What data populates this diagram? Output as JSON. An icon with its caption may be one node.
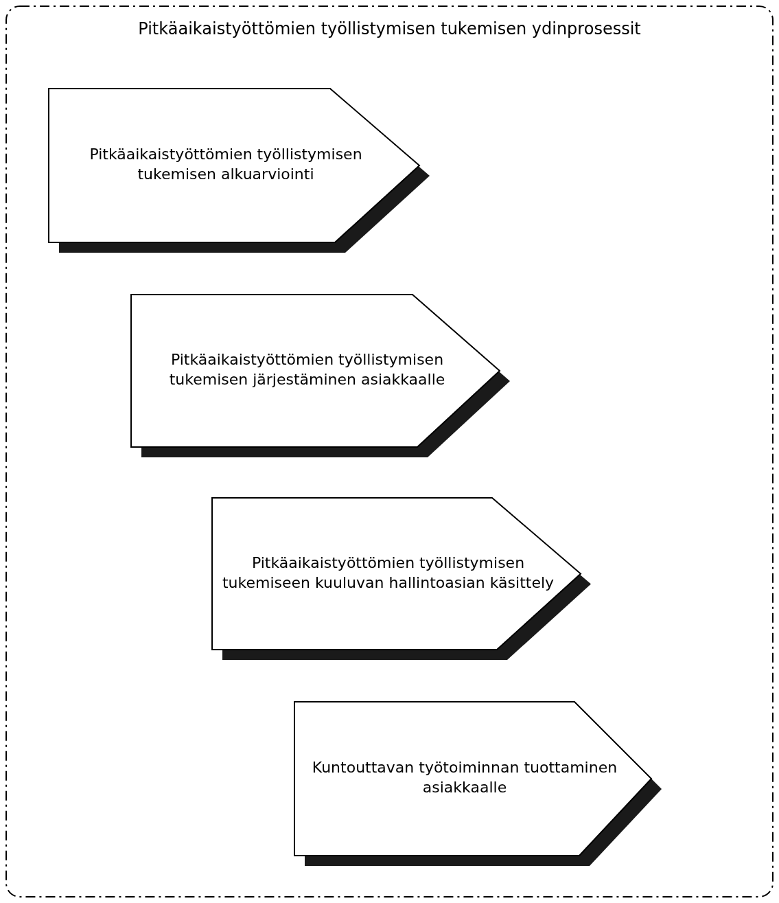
{
  "diagram": {
    "nodes": [
      {
        "text": [
          "Pitkäaikaistyöttömien työllistymisen tukemisen ydinprosessit"
        ]
      },
      {
        "text": [
          "Pitkäaikaistyöttömien työllistymisen tukemisen alkuarviointi"
        ],
        "in": 0
      },
      {
        "text": [
          "Pitkäaikaistyöttömien työllistymisen tukemisen järjestäminen asiakkaalle"
        ],
        "in": 0
      },
      {
        "text": [
          "Pitkäaikaistyöttömien työllistymisen tukemiseen kuuluvan hallintoasian käsittely"
        ],
        "in": 0
      },
      {
        "text": [
          "Kuntouttavan työtoiminnan tuottaminen asiakkaalle"
        ],
        "in": 0
      }
    ],
    "edges": []
  }
}
